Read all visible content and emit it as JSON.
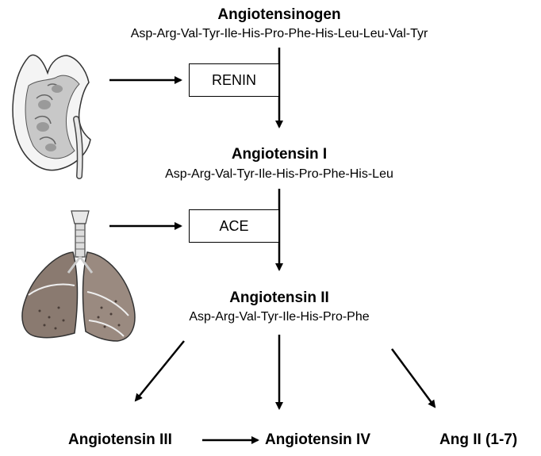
{
  "nodes": {
    "angiotensinogen": {
      "title": "Angiotensinogen",
      "sequence": "Asp-Arg-Val-Tyr-Ile-His-Pro-Phe-His-Leu-Leu-Val-Tyr"
    },
    "angiotensin_1": {
      "title": "Angiotensin I",
      "sequence": "Asp-Arg-Val-Tyr-Ile-His-Pro-Phe-His-Leu"
    },
    "angiotensin_2": {
      "title": "Angiotensin II",
      "sequence": "Asp-Arg-Val-Tyr-Ile-His-Pro-Phe"
    },
    "angiotensin_3": {
      "title": "Angiotensin III"
    },
    "angiotensin_4": {
      "title": "Angiotensin IV"
    },
    "ang_2_1_7": {
      "title": "Ang II (1-7)"
    }
  },
  "enzymes": {
    "renin": "RENIN",
    "ace": "ACE"
  },
  "organs": {
    "kidney": "kidney-illustration",
    "lungs": "lungs-illustration"
  }
}
